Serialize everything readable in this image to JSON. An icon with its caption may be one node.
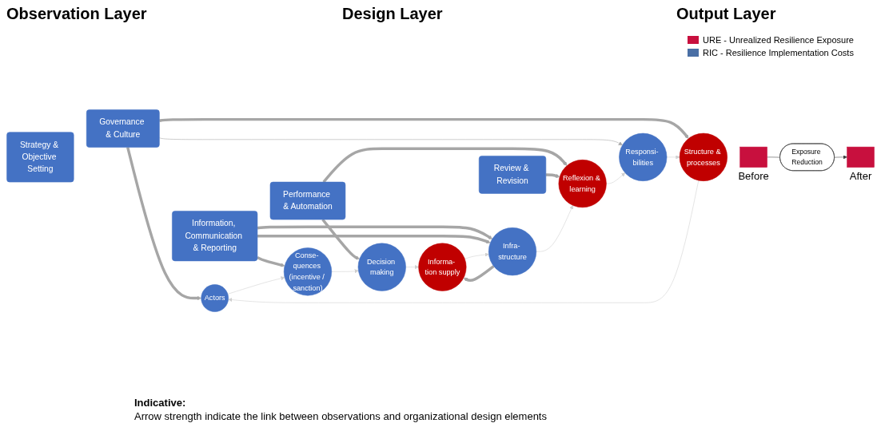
{
  "diagram": {
    "nodes": [
      {
        "text": [
          "Governance & Culture"
        ]
      },
      {
        "text": [
          "Strategy & Objective Setting"
        ]
      },
      {
        "text": [
          "Performance & Automation"
        ]
      },
      {
        "text": [
          "Review & Revision"
        ]
      },
      {
        "text": [
          "Information, Communication & Reporting"
        ]
      },
      {
        "text": [
          "Actors"
        ]
      },
      {
        "text": [
          "Structure & processes"
        ]
      },
      {
        "text": [
          "Conse- quences (incentive / sanction)"
        ]
      },
      {
        "text": [
          "Responsi- bilities"
        ]
      },
      {
        "text": [
          "Decision making"
        ]
      },
      {
        "text": [
          "Reflexion & learning"
        ]
      },
      {
        "text": [
          "Informa- tion supply"
        ]
      },
      {
        "text": [
          "Infra- structure"
        ]
      },
      {
        "text": [
          "Exposure Reduction"
        ]
      },
      {
        "text": [],
        "shape": "bar",
        "beside": [
          "Before"
        ]
      },
      {
        "text": [],
        "shape": "bar",
        "beside": [
          "After"
        ]
      }
    ],
    "edges": [
      {
        "from": 0,
        "to": 5,
        "arrow": "to",
        "style": "thick"
      },
      {
        "from": 0,
        "to": 6,
        "arrow": "to",
        "style": "thick"
      },
      {
        "from": 0,
        "to": 8,
        "arrow": "to"
      },
      {
        "from": 2,
        "to": 9,
        "arrow": "to",
        "style": "thick"
      },
      {
        "from": 2,
        "to": 10,
        "arrow": "to",
        "style": "thick"
      },
      {
        "from": 3,
        "to": 10,
        "arrow": "to",
        "style": "thick"
      },
      {
        "from": 4,
        "to": 7,
        "arrow": "to",
        "style": "thick"
      },
      {
        "from": 4,
        "to": 12,
        "arrow": "to",
        "style": "thick"
      },
      {
        "from": 4,
        "to": 12,
        "arrow": "to",
        "style": "thick"
      },
      {
        "from": 12,
        "to": 11,
        "arrow": "to",
        "style": "thick"
      },
      {
        "from": 6,
        "to": 5,
        "arrow": "to",
        "color": "#d0d0d0"
      },
      {
        "from": 5,
        "to": 7,
        "arrow": "to",
        "color": "#d0d0d0"
      },
      {
        "from": 7,
        "to": 9,
        "arrow": "to",
        "color": "#d0d0d0"
      },
      {
        "from": 9,
        "to": 11,
        "arrow": "to",
        "color": "#d0d0d0"
      },
      {
        "from": 11,
        "to": 12,
        "arrow": "to",
        "color": "#d0d0d0"
      },
      {
        "from": 12,
        "to": 10,
        "arrow": "to",
        "color": "#d0d0d0"
      },
      {
        "from": 10,
        "to": 8,
        "arrow": "to",
        "color": "#d0d0d0"
      },
      {
        "from": 8,
        "to": 6,
        "arrow": "to",
        "color": "#d0d0d0"
      },
      {
        "from": 14,
        "to": 13,
        "arrow": "none",
        "color": "#404040"
      },
      {
        "from": 13,
        "to": 15,
        "arrow": "to",
        "color": "#404040"
      }
    ],
    "labels": [
      "Observation Layer",
      "Design Layer",
      "Output Layer",
      "Indicative:",
      "Arrow strength indicate the link between observations and organizational design elements"
    ],
    "legend": [
      {
        "text": "URE - Unrealized Resilience Exposure",
        "color": "#c8103e"
      },
      {
        "text": "RIC - Resilience Implementation Costs",
        "color": "#4a6fa5"
      }
    ]
  }
}
